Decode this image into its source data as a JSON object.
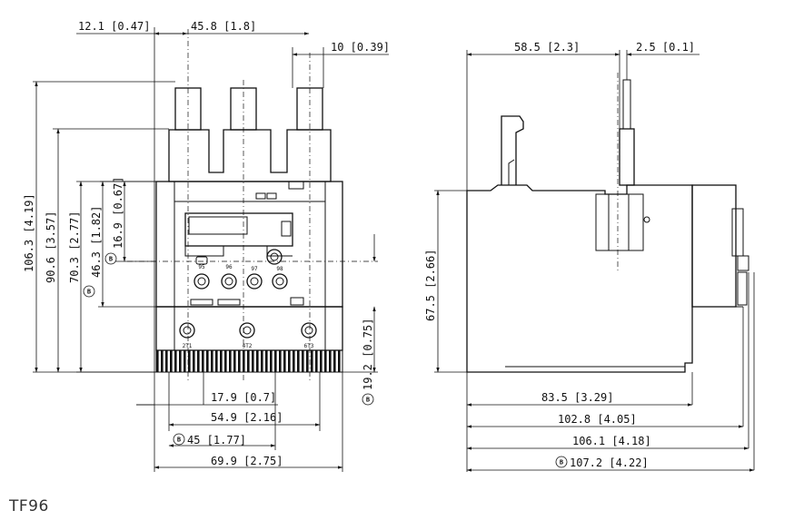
{
  "caption": "TF96",
  "badge": "B",
  "front_view": {
    "dims": [
      {
        "id": "w-12-1",
        "label": "12.1 [0.47]",
        "badge": false
      },
      {
        "id": "w-45-8",
        "label": "45.8 [1.8]",
        "badge": false
      },
      {
        "id": "w-10",
        "label": "10 [0.39]",
        "badge": false
      },
      {
        "id": "w-17-9",
        "label": "17.9 [0.7]",
        "badge": false
      },
      {
        "id": "w-54-9",
        "label": "54.9 [2.16]",
        "badge": false
      },
      {
        "id": "w-45",
        "label": "45 [1.77]",
        "badge": true
      },
      {
        "id": "w-69-9",
        "label": "69.9 [2.75]",
        "badge": false
      },
      {
        "id": "h-106-3",
        "label": "106.3 [4.19]",
        "badge": false
      },
      {
        "id": "h-90-6",
        "label": "90.6 [3.57]",
        "badge": false
      },
      {
        "id": "h-70-3",
        "label": "70.3 [2.77]",
        "badge": true
      },
      {
        "id": "h-46-3",
        "label": "46.3 [1.82]",
        "badge": false
      },
      {
        "id": "h-16-9",
        "label": "16.9 [0.67]",
        "badge": true
      },
      {
        "id": "h-19-2",
        "label": "19.2 [0.75]",
        "badge": true
      }
    ],
    "terminals": [
      "2T1",
      "4T2",
      "6T3"
    ],
    "marks": [
      "95",
      "96",
      "97",
      "98"
    ]
  },
  "side_view": {
    "dims": [
      {
        "id": "w-58-5",
        "label": "58.5 [2.3]",
        "badge": false
      },
      {
        "id": "w-2-5",
        "label": "2.5 [0.1]",
        "badge": false
      },
      {
        "id": "w-83-5",
        "label": "83.5 [3.29]",
        "badge": false
      },
      {
        "id": "w-102-8",
        "label": "102.8 [4.05]",
        "badge": false
      },
      {
        "id": "w-106-1",
        "label": "106.1 [4.18]",
        "badge": false
      },
      {
        "id": "w-107-2",
        "label": "107.2 [4.22]",
        "badge": true
      },
      {
        "id": "h-67-5",
        "label": "67.5 [2.66]",
        "badge": false
      }
    ]
  }
}
